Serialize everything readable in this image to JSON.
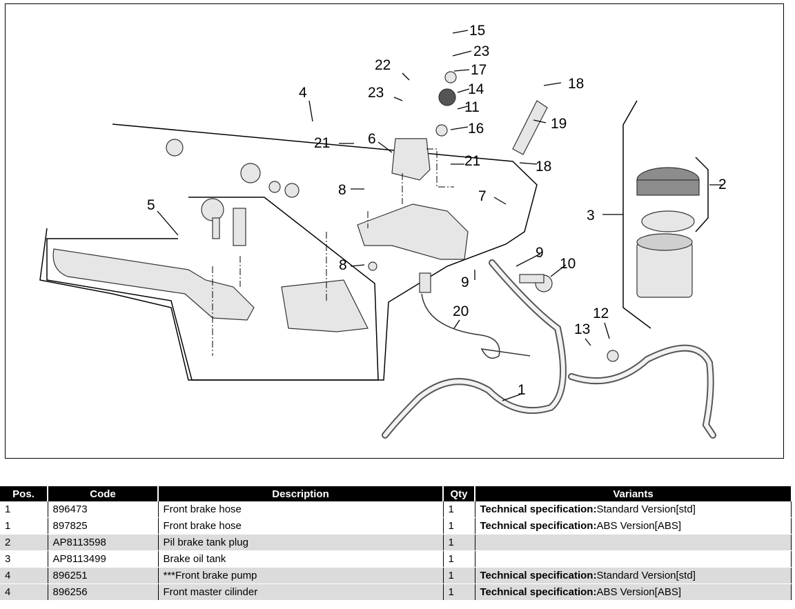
{
  "diagram": {
    "callouts": [
      "1",
      "2",
      "3",
      "4",
      "5",
      "6",
      "7",
      "8",
      "8",
      "9",
      "9",
      "10",
      "11",
      "12",
      "13",
      "14",
      "15",
      "16",
      "17",
      "18",
      "18",
      "19",
      "20",
      "21",
      "21",
      "22",
      "23",
      "23"
    ]
  },
  "table": {
    "headers": [
      "Pos.",
      "Code",
      "Description",
      "Qty",
      "Variants"
    ],
    "rows": [
      {
        "pos": "1",
        "code": "896473",
        "description": "Front brake hose",
        "qty": "1",
        "variant_label": "Technical specification:",
        "variant_value": "Standard Version[std]"
      },
      {
        "pos": "1",
        "code": "897825",
        "description": "Front brake hose",
        "qty": "1",
        "variant_label": "Technical specification:",
        "variant_value": "ABS Version[ABS]"
      },
      {
        "pos": "2",
        "code": "AP8113598",
        "description": "Pil brake tank plug",
        "qty": "1",
        "variant_label": "",
        "variant_value": ""
      },
      {
        "pos": "3",
        "code": "AP8113499",
        "description": "Brake oil tank",
        "qty": "1",
        "variant_label": "",
        "variant_value": ""
      },
      {
        "pos": "4",
        "code": "896251",
        "description": "***Front brake pump",
        "qty": "1",
        "variant_label": "Technical specification:",
        "variant_value": "Standard Version[std]"
      },
      {
        "pos": "4",
        "code": "896256",
        "description": "Front master cilinder",
        "qty": "1",
        "variant_label": "Technical specification:",
        "variant_value": "ABS Version[ABS]"
      }
    ]
  }
}
